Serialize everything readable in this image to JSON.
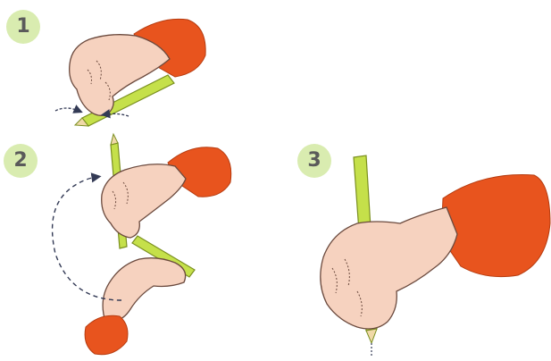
{
  "steps": [
    {
      "number": "1"
    },
    {
      "number": "2"
    },
    {
      "number": "3"
    }
  ],
  "colors": {
    "sleeve": "#e8541e",
    "skin": "#f6d2bf",
    "skin_outline": "#6b4a3e",
    "pencil": "#c5e04a",
    "pencil_outline": "#7a8f1f",
    "badge": "#d9ecb0",
    "arrow": "#333a55"
  },
  "icons": [
    "hand-pinching-pencil",
    "hand-rotating-pencil",
    "hand-holding-pencil",
    "curved-rotation-arrow"
  ]
}
